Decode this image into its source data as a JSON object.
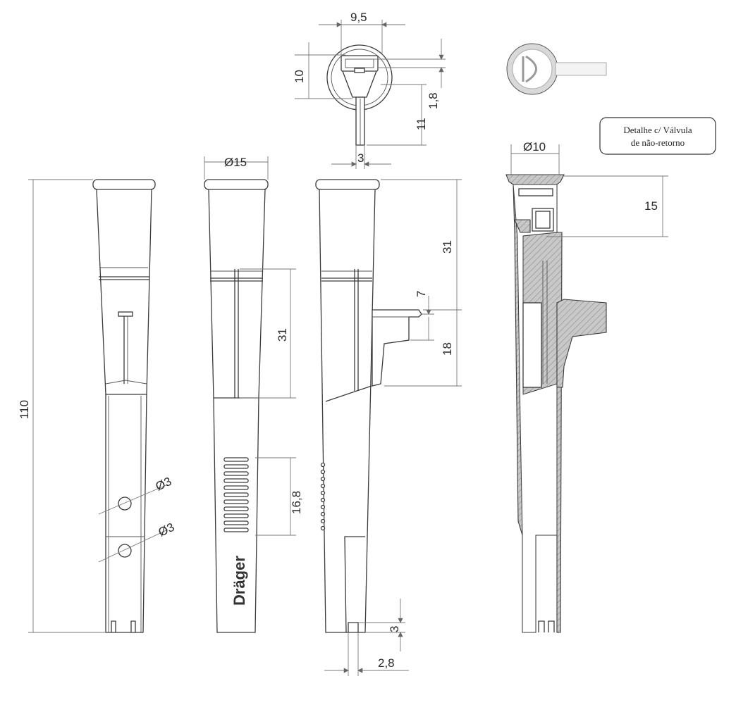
{
  "brand": "Dräger",
  "note": {
    "line1": "Detalhe c/ Válvula",
    "line2": "de não-retorno"
  },
  "dimensions": {
    "top_width": "9,5",
    "top_height": "10",
    "top_inner": "1,8",
    "top_stem_len": "11",
    "top_stem_w": "3",
    "dia_body": "Ø15",
    "dia_valve": "Ø10",
    "valve_depth": "15",
    "total_length": "110",
    "hole_dia_1": "Ø3",
    "hole_dia_2": "Ø3",
    "front_grip": "31",
    "side_upper": "31",
    "side_tab": "7",
    "side_lower": "18",
    "grip_len": "16,8",
    "slot_h": "3",
    "slot_w": "2,8"
  }
}
